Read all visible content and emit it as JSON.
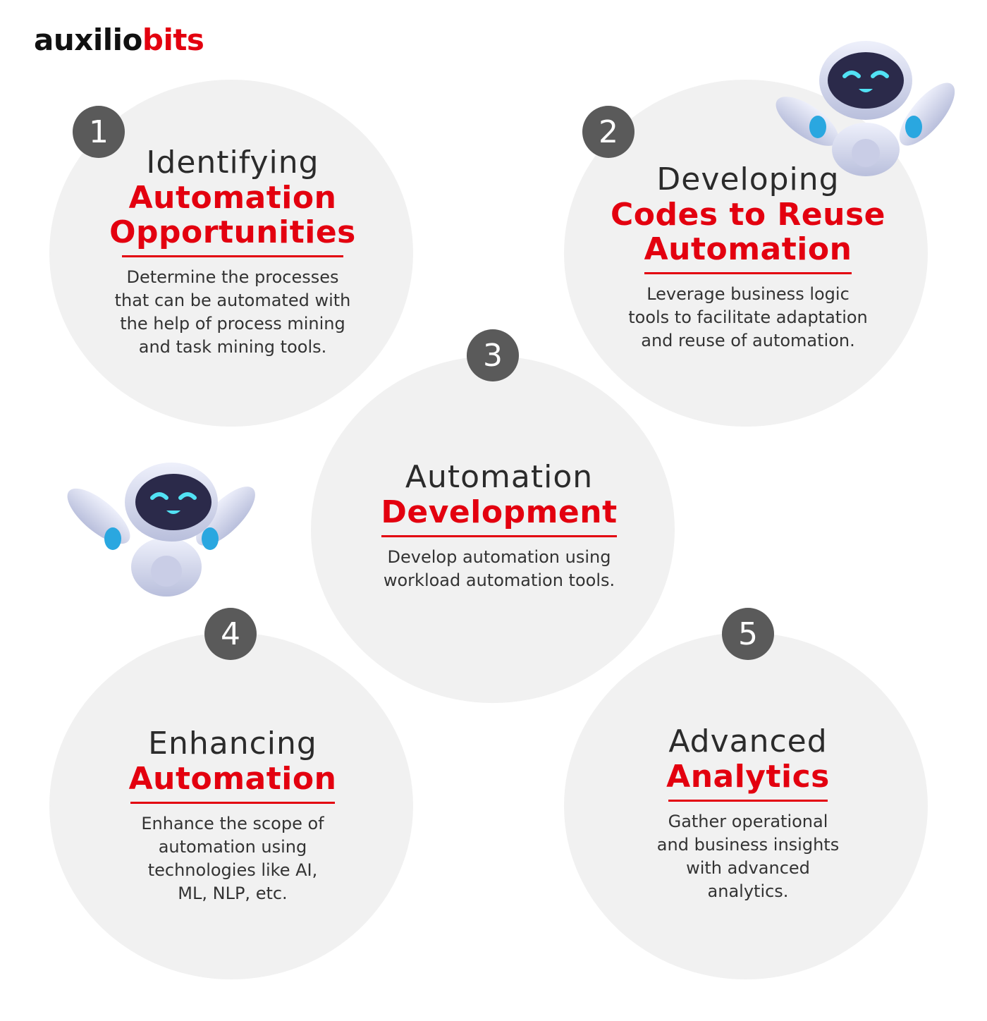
{
  "logo": {
    "part1": "auxilio",
    "part2": "bits"
  },
  "steps": [
    {
      "number": "1",
      "heading": "Identifying",
      "accent": "Automation\nOpportunities",
      "description": "Determine the processes\nthat can be automated with\nthe help of process mining\nand task mining tools."
    },
    {
      "number": "2",
      "heading": "Developing",
      "accent": "Codes to Reuse\nAutomation",
      "description": "Leverage business logic\ntools to facilitate adaptation\nand reuse of automation."
    },
    {
      "number": "3",
      "heading": "Automation",
      "accent": "Development",
      "description": "Develop automation using\nworkload automation tools."
    },
    {
      "number": "4",
      "heading": "Enhancing",
      "accent": "Automation",
      "description": "Enhance the scope of\nautomation using\ntechnologies like AI,\nML, NLP, etc."
    },
    {
      "number": "5",
      "heading": "Advanced",
      "accent": "Analytics",
      "description": "Gather operational\nand business insights\nwith advanced\nanalytics."
    }
  ],
  "illustrations": [
    "robot-mascot-illustration",
    "robot-mascot-illustration"
  ],
  "colors": {
    "accent": "#e3000f",
    "circle": "#f1f1f1",
    "badge": "#5a5a5a",
    "text": "#2b2b2b"
  }
}
